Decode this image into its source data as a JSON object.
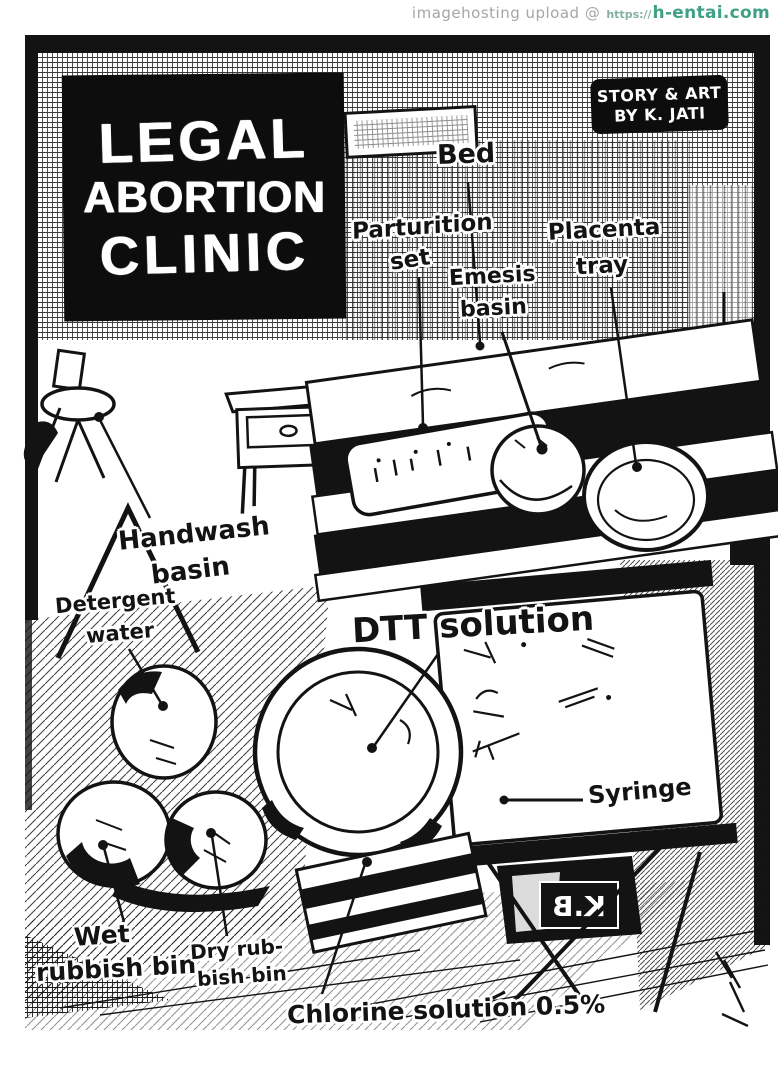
{
  "watermark": {
    "prefix": "imagehosting upload @",
    "scheme": "https://",
    "site": "h-entai.com"
  },
  "panel": {
    "title": {
      "line1": "LEGAL",
      "line2": "ABORTION",
      "line3": "CLINIC"
    },
    "credit": {
      "line1": "STORY & ART",
      "line2": "BY K. JATI"
    },
    "labels": {
      "bed": {
        "text": "Bed"
      },
      "parturition_set": {
        "line1": "Parturition",
        "line2": "set"
      },
      "emesis_basin": {
        "line1": "Emesis",
        "line2": "basin"
      },
      "placenta_tray": {
        "line1": "Placenta",
        "line2": "tray"
      },
      "handwash_basin": {
        "line1": "Handwash",
        "line2": "basin"
      },
      "detergent_water": {
        "line1": "Detergent",
        "line2": "water"
      },
      "dtt_solution": {
        "text": "DTT solution"
      },
      "syringe": {
        "text": "Syringe"
      },
      "wet_rubbish_bin": {
        "line1": "Wet",
        "line2": "rubbish bin"
      },
      "dry_rubbish_bin": {
        "line1": "Dry rub-",
        "line2": "bish bin"
      },
      "chlorine_solution": {
        "text": "Chlorine solution 0.5%"
      }
    },
    "stamp": {
      "text": "K.B"
    }
  },
  "colors": {
    "ink": "#131313",
    "paper": "#ffffff",
    "watermark_gray": "#a6a6a6",
    "watermark_teal": "#3fa183"
  }
}
